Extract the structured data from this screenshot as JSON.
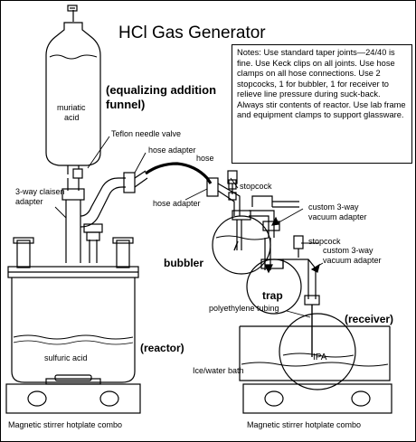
{
  "title": "HCl Gas Generator",
  "notes": "Notes: Use standard taper joints—24/40 is fine. Use Keck clips on all joints. Use hose clamps on all hose connections. Use 2 stopcocks, 1 for bubbler, 1 for receiver to relieve line pressure during suck-back. Always stir contents of reactor. Use lab frame and equipment clamps to support glassware.",
  "labels": {
    "muriatic_acid_line1": "muriatic",
    "muriatic_acid_line2": "acid",
    "equalizing_line1": "(equalizing addition",
    "equalizing_line2": "funnel)",
    "teflon_valve": "Teflon needle valve",
    "hose_adapter_top": "hose adapter",
    "hose": "hose",
    "claisen_line1": "3-way claisen",
    "claisen_line2": "adapter",
    "hose_adapter_bottom": "hose adapter",
    "stopcock_1": "stopcock",
    "custom_vacuum_1_line1": "custom 3-way",
    "custom_vacuum_1_line2": "vacuum adapter",
    "stopcock_2": "stopcock",
    "custom_vacuum_2_line1": "custom 3-way",
    "custom_vacuum_2_line2": "vacuum adapter",
    "bubbler": "bubbler",
    "trap": "trap",
    "polyethylene_tubing": "polyethylene tubing",
    "receiver": "(receiver)",
    "reactor": "(reactor)",
    "sulfuric_acid": "sulfuric acid",
    "ipa": "IPA",
    "ice_water_bath": "Ice/water bath",
    "stirrer_left": "Magnetic stirrer hotplate combo",
    "stirrer_right": "Magnetic stirrer hotplate combo"
  }
}
